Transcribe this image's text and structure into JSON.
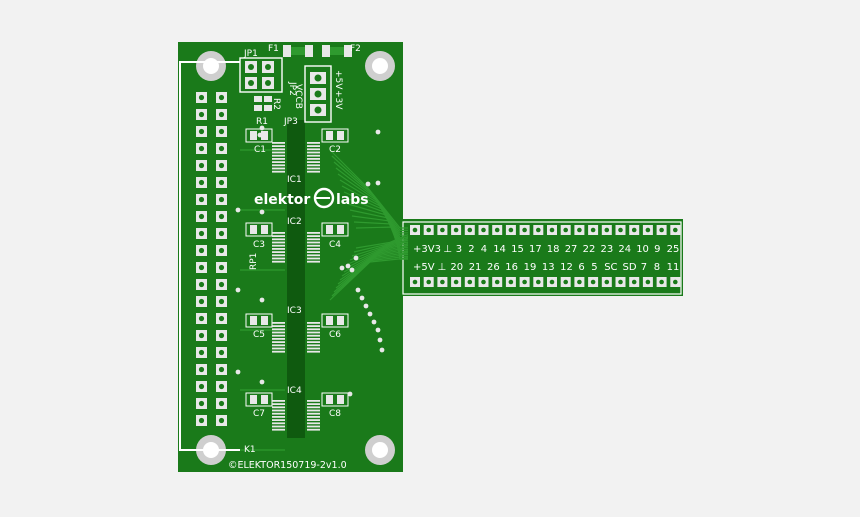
{
  "board": {
    "copyright": "©ELEKTOR150719-2v1.0",
    "logo_left": "elektor",
    "logo_right": "labs",
    "connector_k1": "K1",
    "resistor_pack": "RP1"
  },
  "labels": {
    "jp1": "JP1",
    "jp2": "JP2",
    "jp3": "JP3",
    "f1": "F1",
    "f2": "F2",
    "r1": "R1",
    "r2": "R2",
    "vccb": "VCCB",
    "v3": "+3V",
    "v5": "+5V",
    "c1": "C1",
    "c2": "C2",
    "c3": "C3",
    "c4": "C4",
    "c5": "C5",
    "c6": "C6",
    "c7": "C7",
    "c8": "C8",
    "ic1": "IC1",
    "ic2": "IC2",
    "ic3": "IC3",
    "ic4": "IC4"
  },
  "header_rows": {
    "top": [
      "+3V3",
      "⊥",
      "3",
      "2",
      "4",
      "14",
      "15",
      "17",
      "18",
      "27",
      "22",
      "23",
      "24",
      "10",
      "9",
      "25"
    ],
    "bottom": [
      "+5V",
      "⊥",
      "20",
      "21",
      "26",
      "16",
      "19",
      "13",
      "12",
      "6",
      "5",
      "SC",
      "SD",
      "7",
      "8",
      "11"
    ]
  },
  "colors": {
    "board": "#1a7a1a",
    "copper": "#2f9a2f",
    "silk": "#ffffff",
    "pad": "#e8e8e8",
    "background": "#f2f2f2"
  }
}
